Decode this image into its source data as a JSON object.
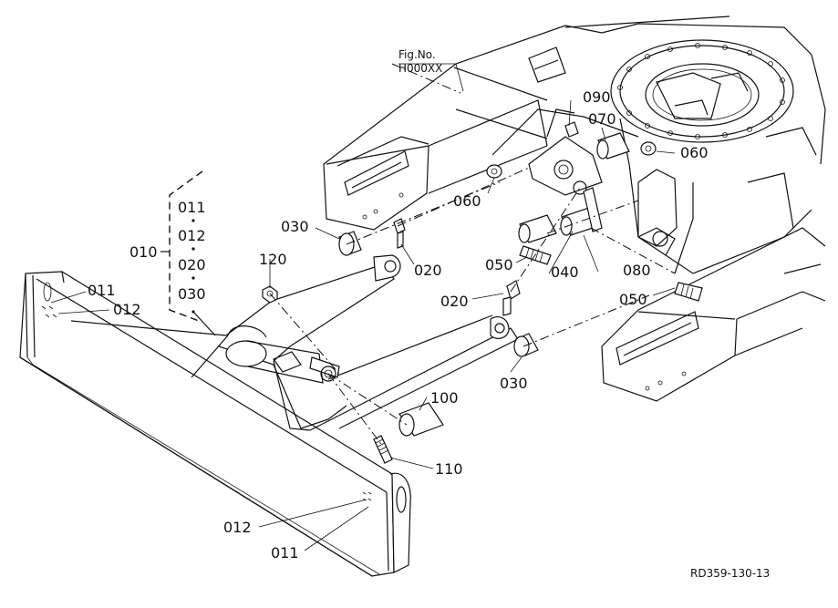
{
  "figure": {
    "fig_no_label": "Fig.No.",
    "fig_no_value": "H000XX",
    "reference_code": "RD359-130-13"
  },
  "callouts": [
    {
      "id": "c090",
      "label": "090"
    },
    {
      "id": "c070",
      "label": "070"
    },
    {
      "id": "c060a",
      "label": "060"
    },
    {
      "id": "c060b",
      "label": "060"
    },
    {
      "id": "c030a",
      "label": "030"
    },
    {
      "id": "c020a",
      "label": "020"
    },
    {
      "id": "c050a",
      "label": "050"
    },
    {
      "id": "c040",
      "label": "040"
    },
    {
      "id": "c080",
      "label": "080"
    },
    {
      "id": "c050b",
      "label": "050"
    },
    {
      "id": "c120",
      "label": "120"
    },
    {
      "id": "c020b",
      "label": "020"
    },
    {
      "id": "c030b",
      "label": "030"
    },
    {
      "id": "c100",
      "label": "100"
    },
    {
      "id": "c110",
      "label": "110"
    },
    {
      "id": "c011a",
      "label": "011"
    },
    {
      "id": "c012a",
      "label": "012"
    },
    {
      "id": "c012b",
      "label": "012"
    },
    {
      "id": "c011b",
      "label": "011"
    }
  ],
  "assembly_group": {
    "label": "010",
    "members": [
      "011",
      "012",
      "020",
      "030"
    ]
  }
}
